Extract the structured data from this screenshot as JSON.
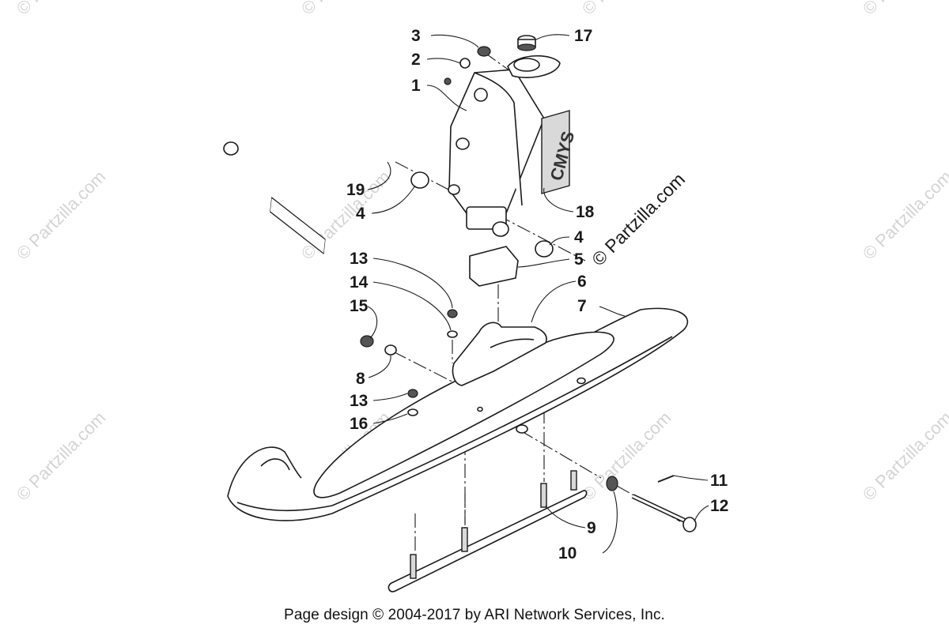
{
  "watermark": {
    "text": "© Partzilla.com",
    "prominent_text": "© Partzilla.com"
  },
  "callouts": [
    {
      "id": "c3",
      "label": "3"
    },
    {
      "id": "c2",
      "label": "2"
    },
    {
      "id": "c1",
      "label": "1"
    },
    {
      "id": "c17",
      "label": "17"
    },
    {
      "id": "c19",
      "label": "19"
    },
    {
      "id": "c4a",
      "label": "4"
    },
    {
      "id": "c18",
      "label": "18"
    },
    {
      "id": "c4b",
      "label": "4"
    },
    {
      "id": "c5",
      "label": "5"
    },
    {
      "id": "c13a",
      "label": "13"
    },
    {
      "id": "c14",
      "label": "14"
    },
    {
      "id": "c15",
      "label": "15"
    },
    {
      "id": "c6",
      "label": "6"
    },
    {
      "id": "c7",
      "label": "7"
    },
    {
      "id": "c8",
      "label": "8"
    },
    {
      "id": "c13b",
      "label": "13"
    },
    {
      "id": "c16",
      "label": "16"
    },
    {
      "id": "c11",
      "label": "11"
    },
    {
      "id": "c12",
      "label": "12"
    },
    {
      "id": "c9",
      "label": "9"
    },
    {
      "id": "c10",
      "label": "10"
    }
  ],
  "decal_text": "CMYS",
  "footer": "Page design © 2004-2017 by ARI Network Services, Inc."
}
